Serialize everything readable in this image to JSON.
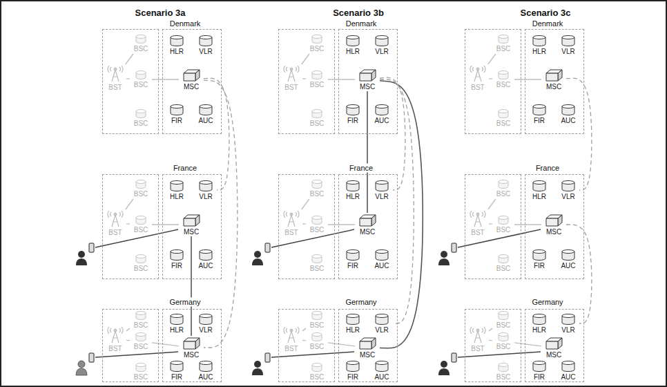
{
  "diagram": {
    "nodes": [
      {
        "text": []
      },
      {
        "text": [
          "BST"
        ],
        "in": 0
      },
      {
        "text": [
          "BSC"
        ],
        "in": 0
      },
      {
        "text": [
          "BSC"
        ],
        "in": 0
      },
      {
        "text": [
          "BSC"
        ],
        "in": 0
      },
      {
        "text": []
      },
      {
        "text": [
          "HLR"
        ],
        "in": 5
      },
      {
        "text": [
          "VLR"
        ],
        "in": 5
      },
      {
        "text": [
          "MSC"
        ],
        "in": 5
      },
      {
        "text": [
          "FIR"
        ],
        "in": 5
      },
      {
        "text": [
          "AUC"
        ],
        "in": 5
      },
      {
        "text": []
      },
      {
        "text": [
          "BST"
        ],
        "in": 11
      },
      {
        "text": [
          "BSC"
        ],
        "in": 11
      },
      {
        "text": [
          "BSC"
        ],
        "in": 11
      },
      {
        "text": [
          "BSC"
        ],
        "in": 11
      },
      {
        "text": []
      },
      {
        "text": [
          "HLR"
        ],
        "in": 16
      },
      {
        "text": [
          "VLR"
        ],
        "in": 16
      },
      {
        "text": [
          "MSC"
        ],
        "in": 16
      },
      {
        "text": [
          "FIR"
        ],
        "in": 16
      },
      {
        "text": [
          "AUC"
        ],
        "in": 16
      },
      {
        "text": []
      },
      {
        "text": [
          "BST"
        ],
        "in": 22
      },
      {
        "text": [
          "BSC"
        ],
        "in": 22
      },
      {
        "text": [
          "BSC"
        ],
        "in": 22
      },
      {
        "text": [
          "BSC"
        ],
        "in": 22
      },
      {
        "text": []
      },
      {
        "text": [
          "HLR"
        ],
        "in": 27
      },
      {
        "text": [
          "VLR"
        ],
        "in": 27
      },
      {
        "text": [
          "MSC"
        ],
        "in": 27
      },
      {
        "text": [
          "FIR"
        ],
        "in": 27
      },
      {
        "text": [
          "AUC"
        ],
        "in": 27
      },
      {
        "text": []
      },
      {
        "text": [
          "BST"
        ],
        "in": 33
      },
      {
        "text": [
          "BSC"
        ],
        "in": 33
      },
      {
        "text": [
          "BSC"
        ],
        "in": 33
      },
      {
        "text": [
          "BSC"
        ],
        "in": 33
      },
      {
        "text": []
      },
      {
        "text": [
          "HLR"
        ],
        "in": 38
      },
      {
        "text": [
          "VLR"
        ],
        "in": 38
      },
      {
        "text": [
          "MSC"
        ],
        "in": 38
      },
      {
        "text": [
          "FIR"
        ],
        "in": 38
      },
      {
        "text": [
          "AUC"
        ],
        "in": 38
      },
      {
        "text": []
      },
      {
        "text": [
          "BST"
        ],
        "in": 44
      },
      {
        "text": [
          "BSC"
        ],
        "in": 44
      },
      {
        "text": [
          "BSC"
        ],
        "in": 44
      },
      {
        "text": [
          "BSC"
        ],
        "in": 44
      },
      {
        "text": []
      },
      {
        "text": [
          "HLR"
        ],
        "in": 49
      },
      {
        "text": [
          "VLR"
        ],
        "in": 49
      },
      {
        "text": [
          "MSC"
        ],
        "in": 49
      },
      {
        "text": [
          "FIR"
        ],
        "in": 49
      },
      {
        "text": [
          "AUC"
        ],
        "in": 49
      },
      {
        "text": []
      },
      {
        "text": [
          "BST"
        ],
        "in": 55
      },
      {
        "text": [
          "BSC"
        ],
        "in": 55
      },
      {
        "text": [
          "BSC"
        ],
        "in": 55
      },
      {
        "text": [
          "BSC"
        ],
        "in": 55
      },
      {
        "text": []
      },
      {
        "text": [
          "HLR"
        ],
        "in": 60
      },
      {
        "text": [
          "VLR"
        ],
        "in": 60
      },
      {
        "text": [
          "MSC"
        ],
        "in": 60
      },
      {
        "text": [
          "FIR"
        ],
        "in": 60
      },
      {
        "text": [
          "AUC"
        ],
        "in": 60
      },
      {
        "text": []
      },
      {
        "text": [
          "BST"
        ],
        "in": 66
      },
      {
        "text": [
          "BSC"
        ],
        "in": 66
      },
      {
        "text": [
          "BSC"
        ],
        "in": 66
      },
      {
        "text": [
          "BSC"
        ],
        "in": 66
      },
      {
        "text": []
      },
      {
        "text": [
          "HLR"
        ],
        "in": 71
      },
      {
        "text": [
          "VLR"
        ],
        "in": 71
      },
      {
        "text": [
          "MSC"
        ],
        "in": 71
      },
      {
        "text": [
          "FIR"
        ],
        "in": 71
      },
      {
        "text": [
          "AUC"
        ],
        "in": 71
      },
      {
        "text": []
      },
      {
        "text": [
          "BST"
        ],
        "in": 77
      },
      {
        "text": [
          "BSC"
        ],
        "in": 77
      },
      {
        "text": [
          "BSC"
        ],
        "in": 77
      },
      {
        "text": [
          "BSC"
        ],
        "in": 77
      },
      {
        "text": []
      },
      {
        "text": [
          "HLR"
        ],
        "in": 82
      },
      {
        "text": [
          "VLR"
        ],
        "in": 82
      },
      {
        "text": [
          "MSC"
        ],
        "in": 82
      },
      {
        "text": [
          "FIR"
        ],
        "in": 82
      },
      {
        "text": [
          "AUC"
        ],
        "in": 82
      },
      {
        "text": []
      },
      {
        "text": [
          "BST"
        ],
        "in": 88
      },
      {
        "text": [
          "BSC"
        ],
        "in": 88
      },
      {
        "text": [
          "BSC"
        ],
        "in": 88
      },
      {
        "text": [
          "BSC"
        ],
        "in": 88
      },
      {
        "text": []
      },
      {
        "text": [
          "HLR"
        ],
        "in": 93
      },
      {
        "text": [
          "VLR"
        ],
        "in": 93
      },
      {
        "text": [
          "MSC"
        ],
        "in": 93
      },
      {
        "text": [
          "FIR"
        ],
        "in": 93
      },
      {
        "text": [
          "AUC"
        ],
        "in": 93
      }
    ],
    "edges": [
      {
        "from": 1,
        "to": 2,
        "arrow": "none"
      },
      {
        "from": 1,
        "to": 3,
        "arrow": "none"
      },
      {
        "from": 8,
        "to": 3,
        "arrow": "none"
      },
      {
        "from": 12,
        "to": 13,
        "arrow": "none"
      },
      {
        "from": 12,
        "to": 14,
        "arrow": "none"
      },
      {
        "from": 19,
        "to": 14,
        "arrow": "none"
      },
      {
        "from": 23,
        "to": 24,
        "arrow": "none"
      },
      {
        "from": 23,
        "to": 25,
        "arrow": "none"
      },
      {
        "from": 30,
        "to": 25,
        "arrow": "none"
      },
      {
        "from": 34,
        "to": 35,
        "arrow": "none"
      },
      {
        "from": 34,
        "to": 36,
        "arrow": "none"
      },
      {
        "from": 41,
        "to": 36,
        "arrow": "none"
      },
      {
        "from": 45,
        "to": 46,
        "arrow": "none"
      },
      {
        "from": 45,
        "to": 47,
        "arrow": "none"
      },
      {
        "from": 52,
        "to": 47,
        "arrow": "none"
      },
      {
        "from": 56,
        "to": 57,
        "arrow": "none"
      },
      {
        "from": 56,
        "to": 58,
        "arrow": "none"
      },
      {
        "from": 63,
        "to": 58,
        "arrow": "none"
      },
      {
        "from": 67,
        "to": 68,
        "arrow": "none"
      },
      {
        "from": 67,
        "to": 69,
        "arrow": "none"
      },
      {
        "from": 74,
        "to": 69,
        "arrow": "none"
      },
      {
        "from": 78,
        "to": 79,
        "arrow": "none"
      },
      {
        "from": 78,
        "to": 80,
        "arrow": "none"
      },
      {
        "from": 85,
        "to": 80,
        "arrow": "none"
      },
      {
        "from": 89,
        "to": 90,
        "arrow": "none"
      },
      {
        "from": 89,
        "to": 91,
        "arrow": "none"
      },
      {
        "from": 96,
        "to": 91,
        "arrow": "none"
      },
      {
        "from": 19,
        "to": 30,
        "arrow": "none"
      },
      {
        "from": 8,
        "to": 18,
        "arrow": "none"
      },
      {
        "from": 8,
        "to": 30,
        "arrow": "none"
      },
      {
        "from": 41,
        "to": 52,
        "arrow": "none"
      },
      {
        "from": 41,
        "to": 63,
        "arrow": "none"
      },
      {
        "from": 41,
        "to": 51,
        "arrow": "none"
      },
      {
        "from": 41,
        "to": 62,
        "arrow": "none"
      },
      {
        "from": 74,
        "to": 84,
        "arrow": "none"
      },
      {
        "from": 85,
        "to": 95,
        "arrow": "none"
      }
    ],
    "labels": [
      "Scenario 3a",
      "Scenario 3b",
      "Scenario 3c",
      "Denmark",
      "France",
      "Germany",
      "Denmark",
      "France",
      "Germany",
      "Denmark",
      "France",
      "Germany"
    ]
  }
}
